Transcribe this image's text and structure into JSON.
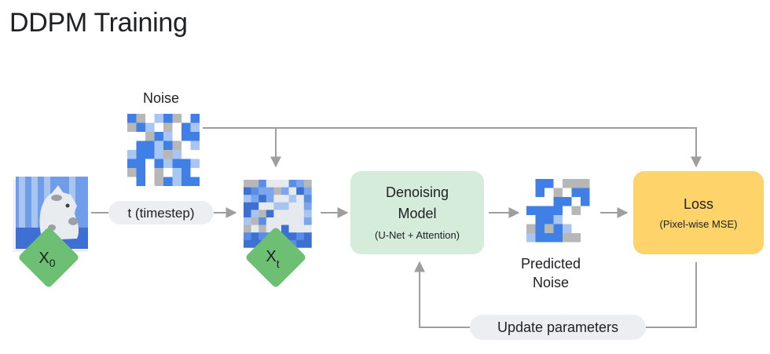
{
  "title": "DDPM Training",
  "noise_label": "Noise",
  "x0_label": {
    "base": "X",
    "sub": "0"
  },
  "xt_label": {
    "base": "X",
    "sub": "t"
  },
  "timestep_label": "t (timestep)",
  "model": {
    "line1": "Denoising",
    "line2": "Model",
    "line3": "(U-Net + Attention)"
  },
  "predicted_noise": {
    "line1": "Predicted",
    "line2": "Noise"
  },
  "loss": {
    "title": "Loss",
    "subtitle": "(Pixel-wise MSE)"
  },
  "update_label": "Update parameters",
  "colors": {
    "model_fill": "#d4ecd9",
    "loss_fill": "#fdd36a",
    "diamond_fill": "#6cbf73",
    "pill_fill": "#eceef1",
    "arrow": "#9e9e9e",
    "noise_blue": "#3f7fe6",
    "noise_light_blue": "#a9c6f3",
    "noise_gray": "#b7b7b7",
    "image_blue": "#5a8ee6"
  },
  "icons": {
    "noise": "noise-pattern-icon",
    "dog": "dog-image-icon",
    "noisy_image": "noisy-image-icon"
  }
}
